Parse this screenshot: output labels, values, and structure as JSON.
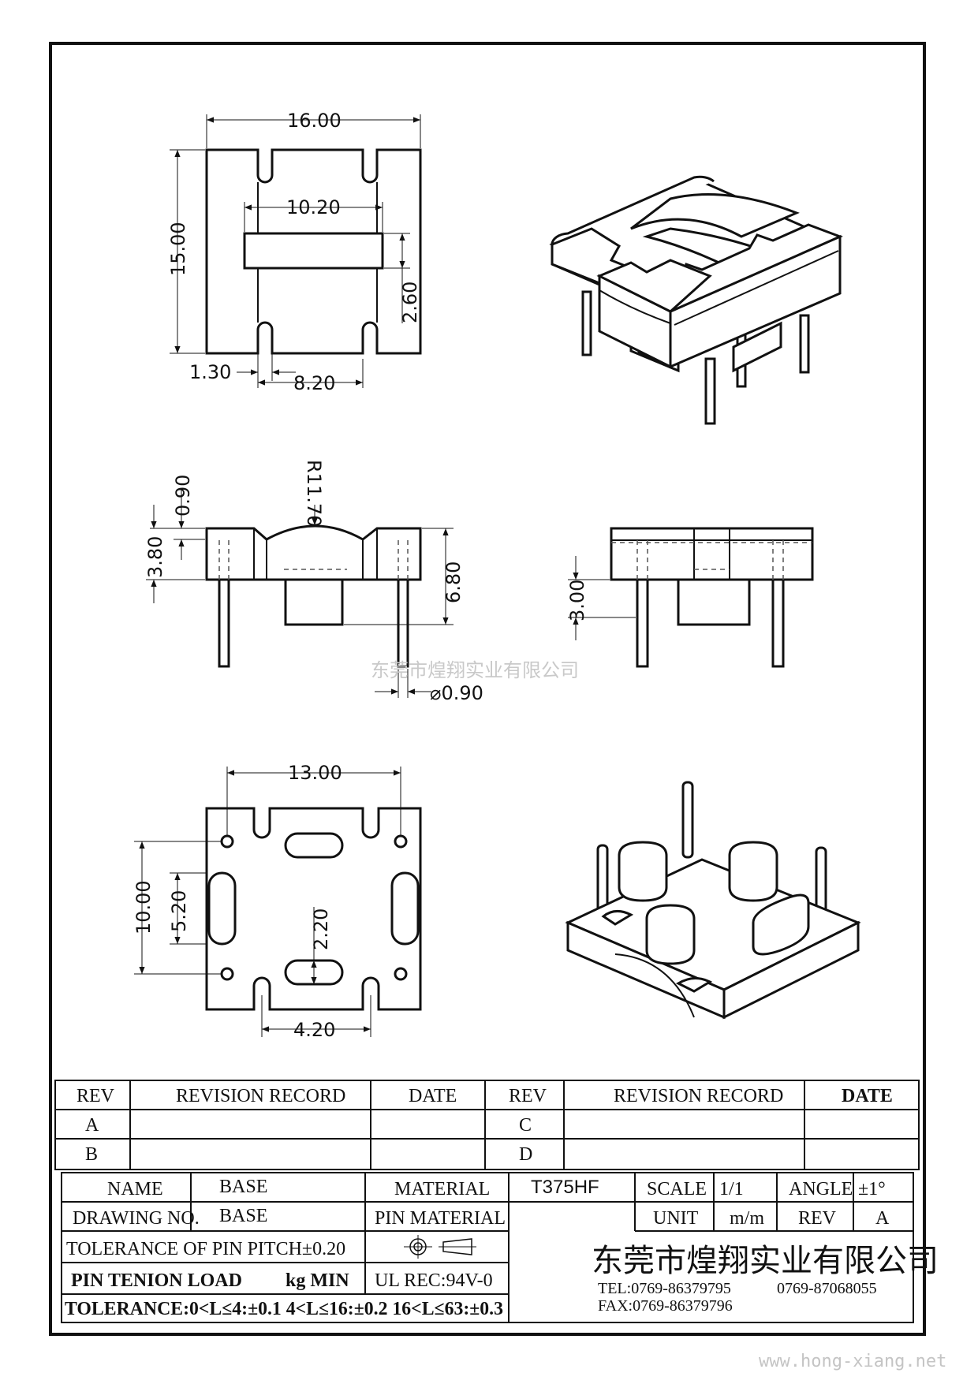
{
  "dimensions": {
    "top_width": "16.00",
    "top_height": "15.00",
    "top_slot_width": "10.20",
    "top_slot_height": "2.60",
    "top_pin_offset": "1.30",
    "top_pin_pitch": "8.20",
    "front_radius": "R11.70",
    "front_gap": "0.90",
    "front_flange": "3.80",
    "front_height": "6.80",
    "pin_diameter": "⌀0.90",
    "side_pin_length": "3.00",
    "bottom_width": "13.00",
    "bottom_height": "10.00",
    "bottom_slot_side": "5.20",
    "bottom_slot_center": "2.20",
    "bottom_pitch": "4.20"
  },
  "watermarks": {
    "company": "东莞市煌翔实业有限公司",
    "site": "www.hong-xiang.net"
  },
  "revision_table": {
    "headers": [
      "REV",
      "REVISION RECORD",
      "DATE",
      "REV",
      "REVISION RECORD",
      "DATE"
    ],
    "left_revs": [
      "A",
      "B"
    ],
    "right_revs": [
      "C",
      "D"
    ]
  },
  "title_block": {
    "name_label": "NAME",
    "name_value": "BASE",
    "drawing_no_label": "DRAWING NO.",
    "drawing_no_value": "BASE",
    "material_label": "MATERIAL",
    "pin_material_label": "PIN MATERIAL",
    "part_number": "T375HF",
    "scale_label": "SCALE",
    "scale_value": "1/1",
    "angle_label": "ANGLE",
    "angle_value": "±1°",
    "unit_label": "UNIT",
    "unit_value": "m/m",
    "rev_label": "REV",
    "rev_value": "A",
    "pin_pitch_tolerance": "TOLERANCE OF PIN PITCH±0.20",
    "pin_tension_label": "PIN TENION LOAD",
    "pin_tension_unit": "kg MIN",
    "ul_rec": "UL REC:94V-0",
    "general_tolerance": "TOLERANCE:0<L≤4:±0.1  4<L≤16:±0.2  16<L≤63:±0.3",
    "company": "东莞市煌翔实业有限公司",
    "tel": "TEL:0769-86379795",
    "tel2": "0769-87068055",
    "fax": "FAX:0769-86379796"
  }
}
